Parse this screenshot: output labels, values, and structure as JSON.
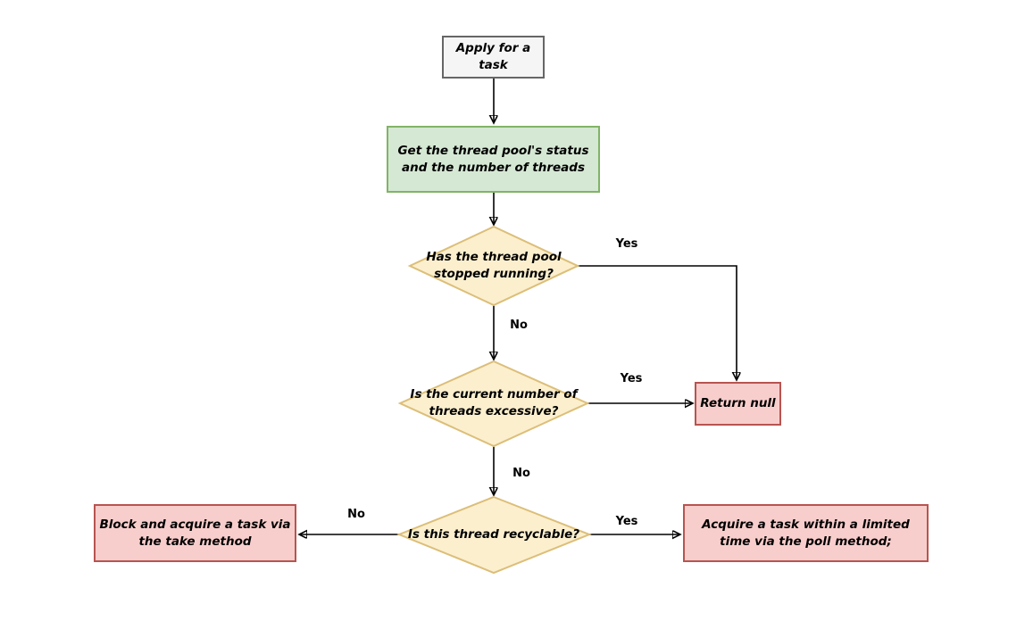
{
  "palette": {
    "terminator_fill": "#F5F5F5",
    "terminator_stroke": "#666666",
    "process_fill": "#D5E8D4",
    "process_stroke": "#82B366",
    "decision_fill": "#FBEFCE",
    "decision_stroke": "#DCBE78",
    "result_fill": "#F8CECC",
    "result_stroke": "#B85450",
    "arrow_color": "#000000"
  },
  "nodes": {
    "start": {
      "label": "Apply for a\ntask"
    },
    "get_status": {
      "label": "Get the thread pool's status\nand the number of threads"
    },
    "d_stopped": {
      "label": "Has the thread pool\nstopped running?"
    },
    "d_excessive": {
      "label": "Is the current number of\nthreads excessive?"
    },
    "return_null": {
      "label": "Return null"
    },
    "d_recyclable": {
      "label": "Is this thread recyclable?"
    },
    "take": {
      "label": "Block and acquire a task via\nthe take method"
    },
    "poll": {
      "label": "Acquire a task within a limited\ntime via the poll method;"
    }
  },
  "edge_labels": {
    "stopped_yes": "Yes",
    "stopped_no": "No",
    "excessive_yes": "Yes",
    "excessive_no": "No",
    "recyclable_no": "No",
    "recyclable_yes": "Yes"
  }
}
